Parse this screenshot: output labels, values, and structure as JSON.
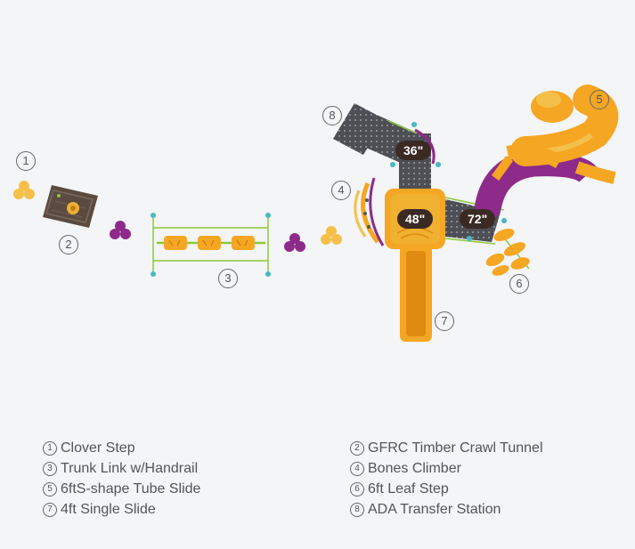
{
  "callouts": [
    "1",
    "2",
    "3",
    "4",
    "5",
    "6",
    "7",
    "8"
  ],
  "heights": {
    "h36": "36\"",
    "h48": "48\"",
    "h72": "72\""
  },
  "legend": [
    {
      "num": "1",
      "label": "Clover Step"
    },
    {
      "num": "2",
      "label": "GFRC Timber Crawl Tunnel"
    },
    {
      "num": "3",
      "label": "Trunk Link w/Handrail"
    },
    {
      "num": "4",
      "label": "Bones Climber"
    },
    {
      "num": "5",
      "label": "6ftS-shape Tube Slide"
    },
    {
      "num": "6",
      "label": "6ft Leaf Step"
    },
    {
      "num": "7",
      "label": "4ft Single Slide"
    },
    {
      "num": "8",
      "label": "ADA Transfer Station"
    }
  ],
  "colors": {
    "orange": "#f5a623",
    "orange_dark": "#e08a12",
    "purple": "#8e2a8a",
    "deck": "#4e4e55",
    "green": "#8cc83c",
    "teal": "#47b8c4",
    "timber": "#5a4a40"
  }
}
